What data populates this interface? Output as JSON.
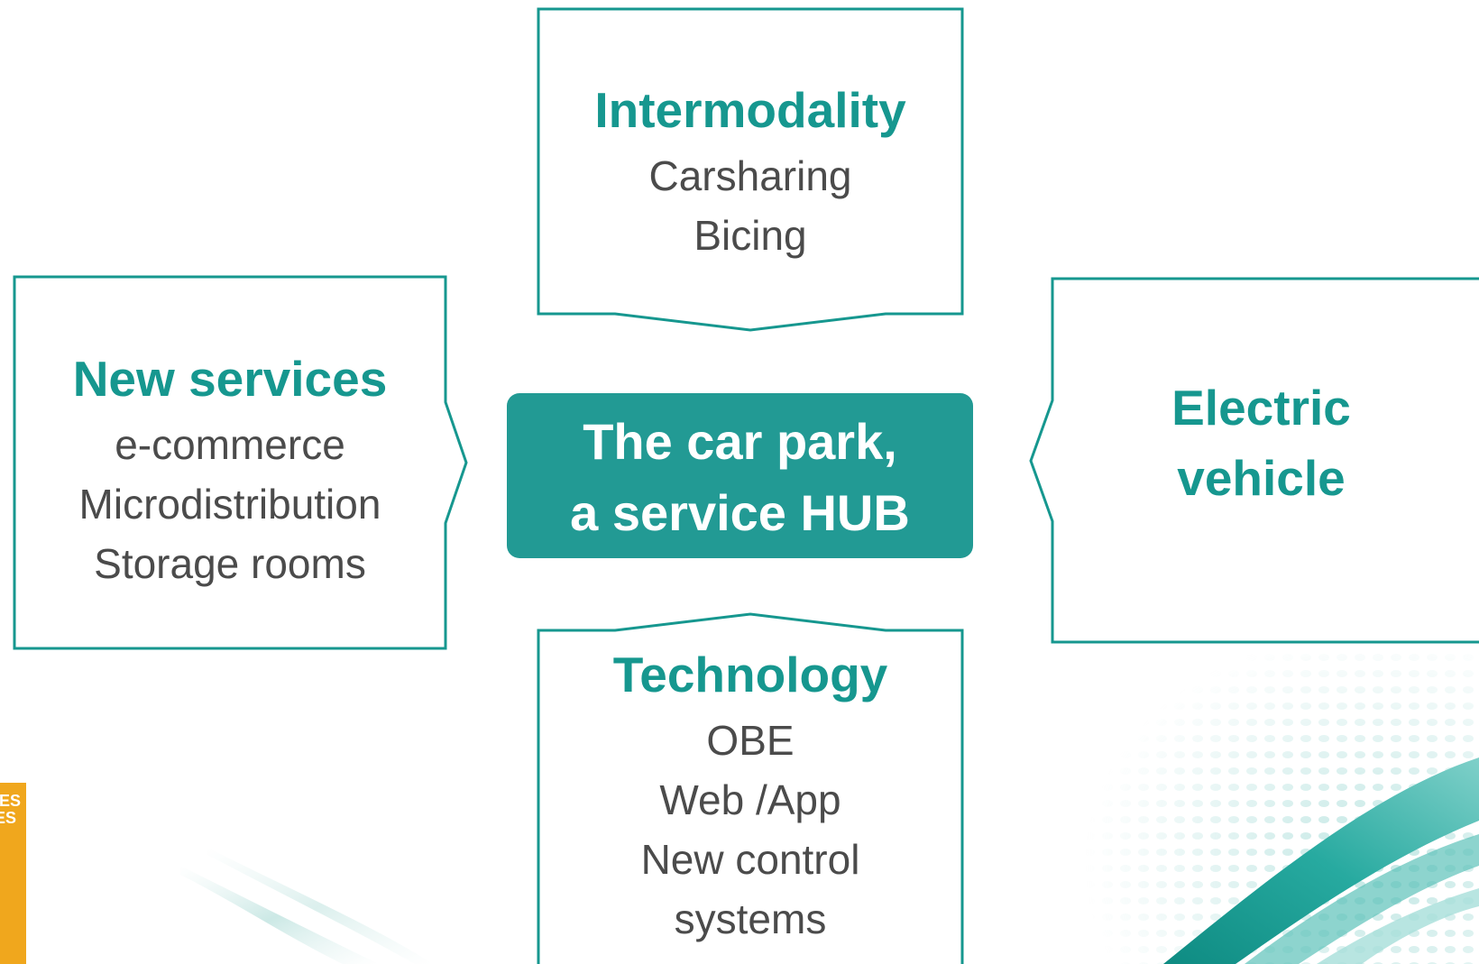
{
  "diagram": {
    "center": {
      "line1": "The car park,",
      "line2": "a service HUB"
    },
    "top_box": {
      "title": "Intermodality",
      "items": [
        "Carsharing",
        "Bicing"
      ]
    },
    "left_box": {
      "title": "New services",
      "items": [
        "e-commerce",
        "Microdistribution",
        "Storage rooms"
      ]
    },
    "right_box": {
      "title_line1": "Electric",
      "title_line2": "vehicle"
    },
    "bottom_box": {
      "title": "Technology",
      "items": [
        "OBE",
        "Web /App",
        "New control",
        "systems"
      ]
    }
  },
  "badge": {
    "line1": "IES",
    "line2": "ES"
  },
  "colors": {
    "accent": "#16978f",
    "hub_fill": "#229a94",
    "text_gray": "#4b4b4b",
    "badge": "#f0a71d"
  }
}
